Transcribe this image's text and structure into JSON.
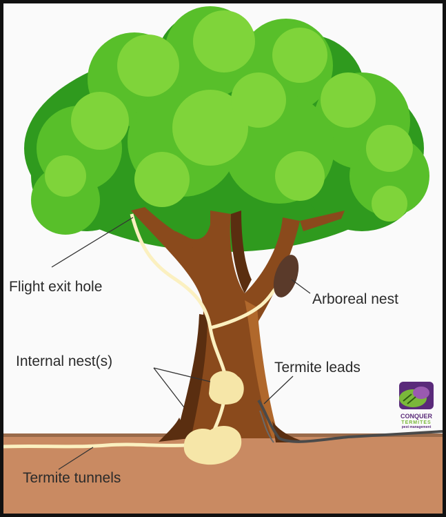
{
  "labels": {
    "flight_exit_hole": "Flight exit hole",
    "arboreal_nest": "Arboreal nest",
    "internal_nests": "Internal nest(s)",
    "termite_leads": "Termite leads",
    "termite_tunnels": "Termite tunnels"
  },
  "logo": {
    "line1": "CONQUER",
    "line2": "TERMITES",
    "line3": "pest management"
  },
  "colors": {
    "sky": "#fafafa",
    "soil": "#c98a62",
    "soil_line": "#9a6a4a",
    "foliage_light": "#7fd43a",
    "foliage_mid": "#58bf2a",
    "foliage_dark": "#2f9a1e",
    "trunk": "#8a4a1c",
    "trunk_light": "#b0682c",
    "trunk_dark": "#5a2e10",
    "tunnel": "#fbf0c0",
    "nest": "#f6e6a8",
    "arboreal_nest": "#5a3a2a",
    "leads": "#4a4a4a",
    "logo_purple": "#5a2a7a",
    "logo_green": "#7ab83a"
  }
}
